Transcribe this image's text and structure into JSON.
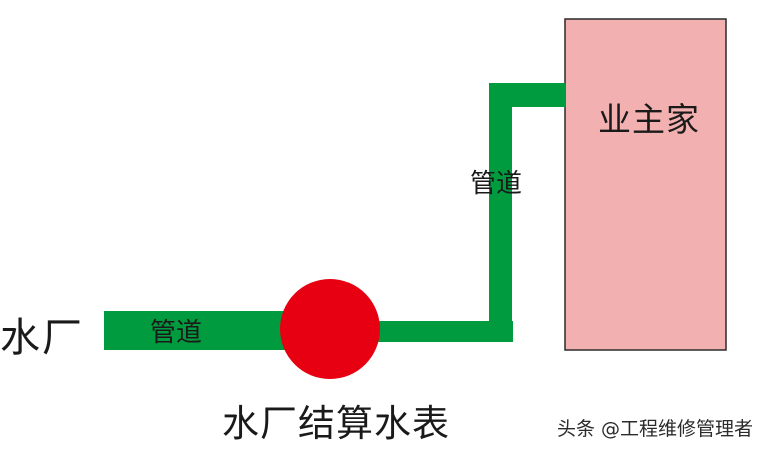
{
  "labels": {
    "water_plant": "水厂",
    "pipe_horizontal": "管道",
    "pipe_vertical": "管道",
    "owner_home": "业主家",
    "plant_meter": "水厂结算水表",
    "watermark": "头条 @工程维修管理者"
  },
  "colors": {
    "pipe": "#009b3e",
    "meter": "#e60012",
    "house_fill": "#f2b0b0",
    "house_border": "#2a2a2a",
    "text": "#1a1a1a",
    "background": "#ffffff"
  }
}
